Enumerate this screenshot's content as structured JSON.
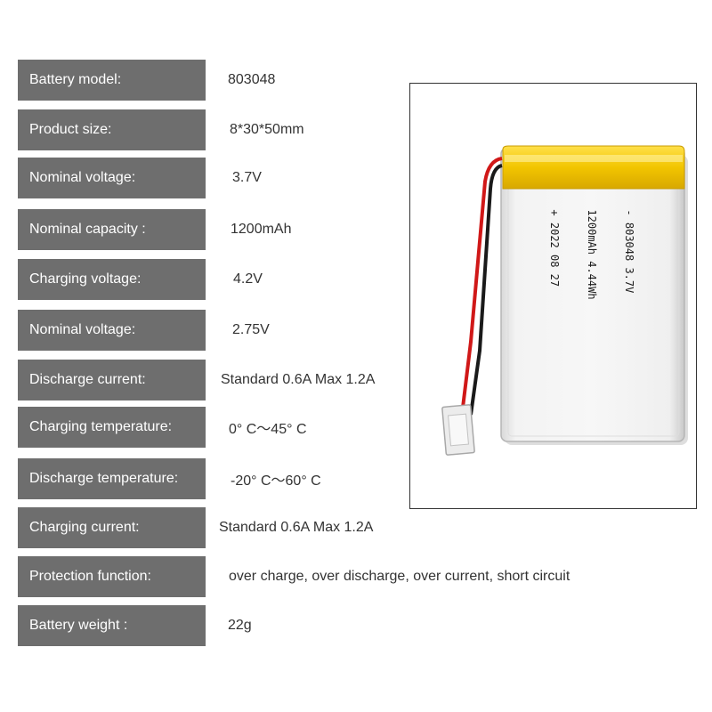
{
  "specs": [
    {
      "label": "Battery model:",
      "value": "803048"
    },
    {
      "label": "Product size:",
      "value": "8*30*50mm"
    },
    {
      "label": "Nominal voltage:",
      "value": "3.7V"
    },
    {
      "label": "Nominal capacity :",
      "value": "1200mAh"
    },
    {
      "label": "Charging voltage:",
      "value": "4.2V"
    },
    {
      "label": "Nominal voltage:",
      "value": "2.75V"
    },
    {
      "label": "Discharge current:",
      "value": "Standard 0.6A Max 1.2A"
    },
    {
      "label": "Charging temperature:",
      "value": "0° C～45° C"
    },
    {
      "label": "Discharge temperature:",
      "value": "-20° C～60° C"
    },
    {
      "label": "Charging current:",
      "value": "Standard 0.6A Max 1.2A"
    },
    {
      "label": "Protection function:",
      "value": "over charge, over discharge, over current, short circuit"
    },
    {
      "label": "Battery weight :",
      "value": "22g"
    }
  ],
  "battery_print": {
    "line1": "- 803048 3.7V",
    "line2": "1200mAh 4.44Wh",
    "line3": "+ 2022 08 27"
  },
  "colors": {
    "label_background": "#6e6e6e",
    "label_text": "#ffffff",
    "value_text": "#333333",
    "tape_yellow": "#f2c500",
    "wire_red": "#d01818",
    "wire_black": "#1a1a1a"
  }
}
